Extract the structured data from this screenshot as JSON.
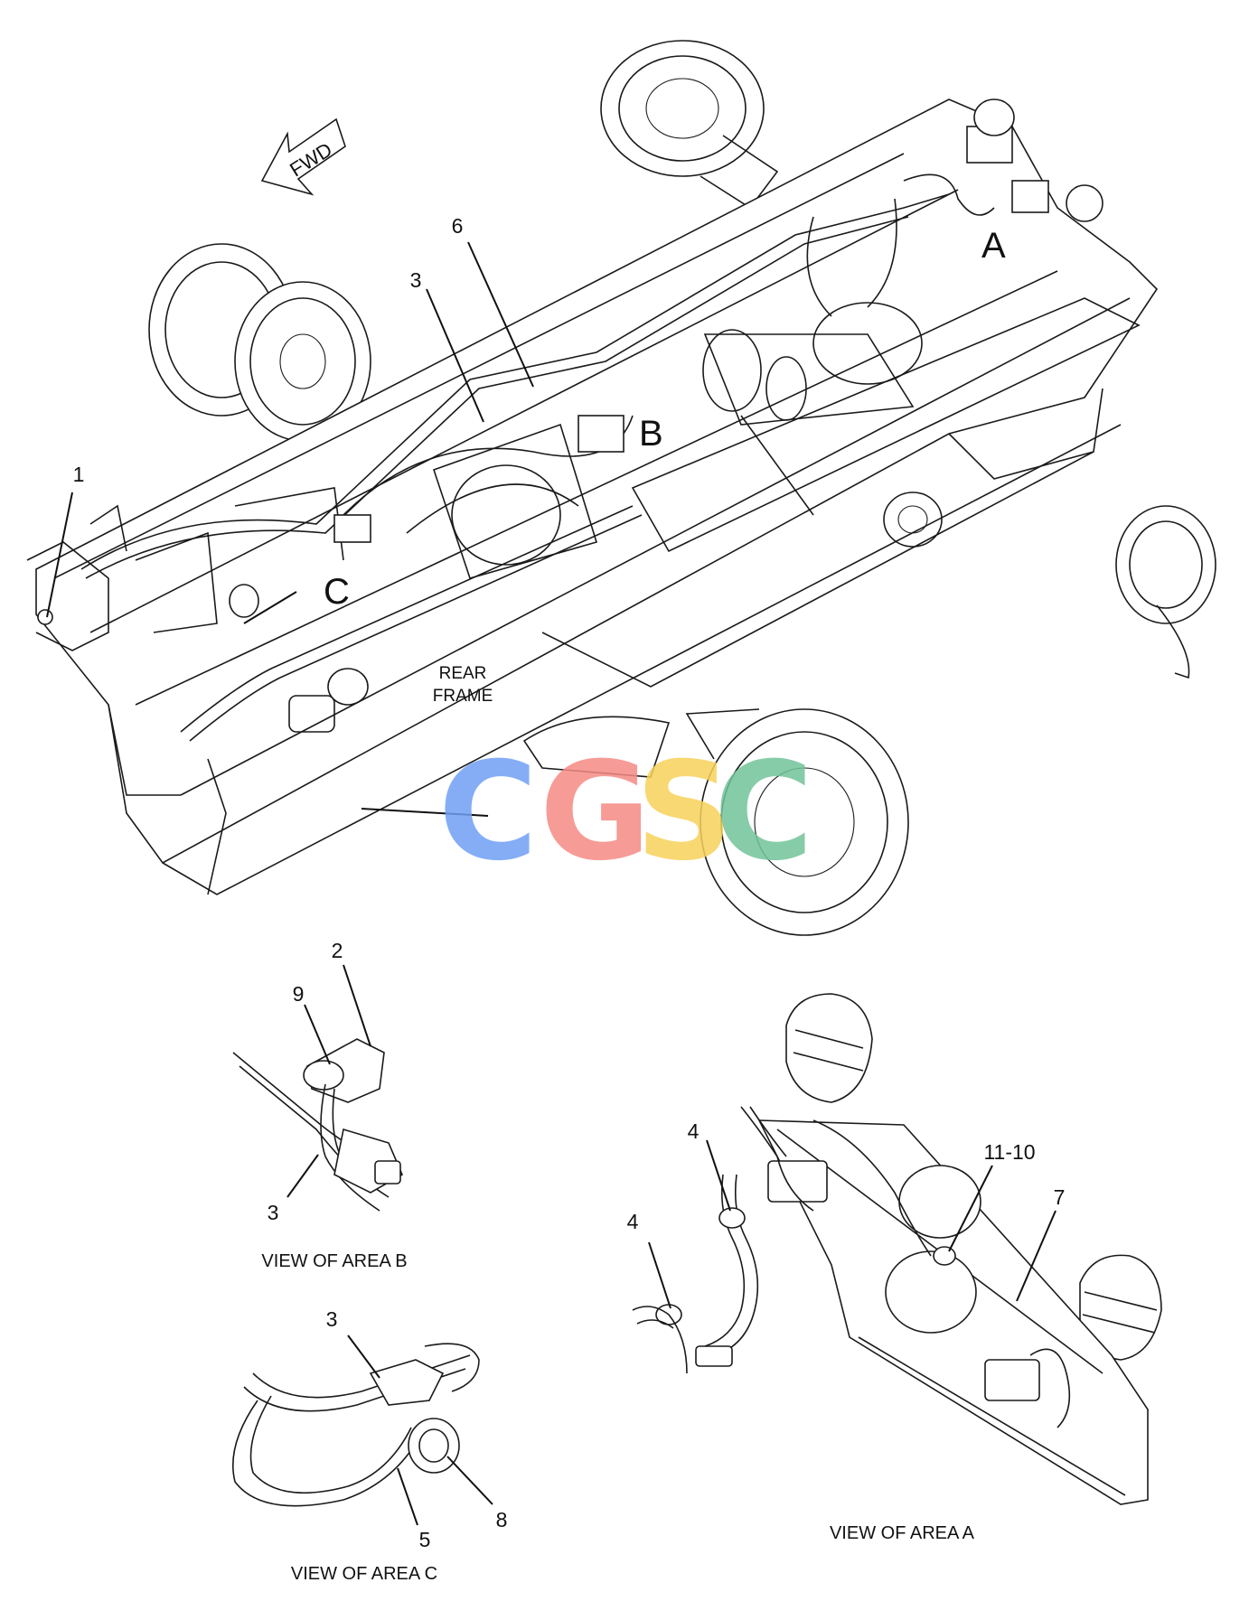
{
  "diagram": {
    "direction_label": "FWD",
    "frame_label_line1": "REAR",
    "frame_label_line2": "FRAME",
    "area_letters": [
      "A",
      "B",
      "C"
    ],
    "callouts_main": [
      "1",
      "3",
      "6"
    ],
    "view_b": {
      "caption": "VIEW OF AREA B",
      "callouts": [
        "2",
        "9",
        "3"
      ]
    },
    "view_c": {
      "caption": "VIEW OF AREA C",
      "callouts": [
        "3",
        "8",
        "5"
      ]
    },
    "view_a": {
      "caption": "VIEW OF AREA A",
      "callouts": [
        "4",
        "4",
        "11-10",
        "7"
      ]
    },
    "watermark": {
      "letters": [
        "C",
        "G",
        "S",
        "C"
      ],
      "colors": [
        "#6f9ff5",
        "#f58a84",
        "#f7d25a",
        "#72c49a"
      ]
    }
  }
}
